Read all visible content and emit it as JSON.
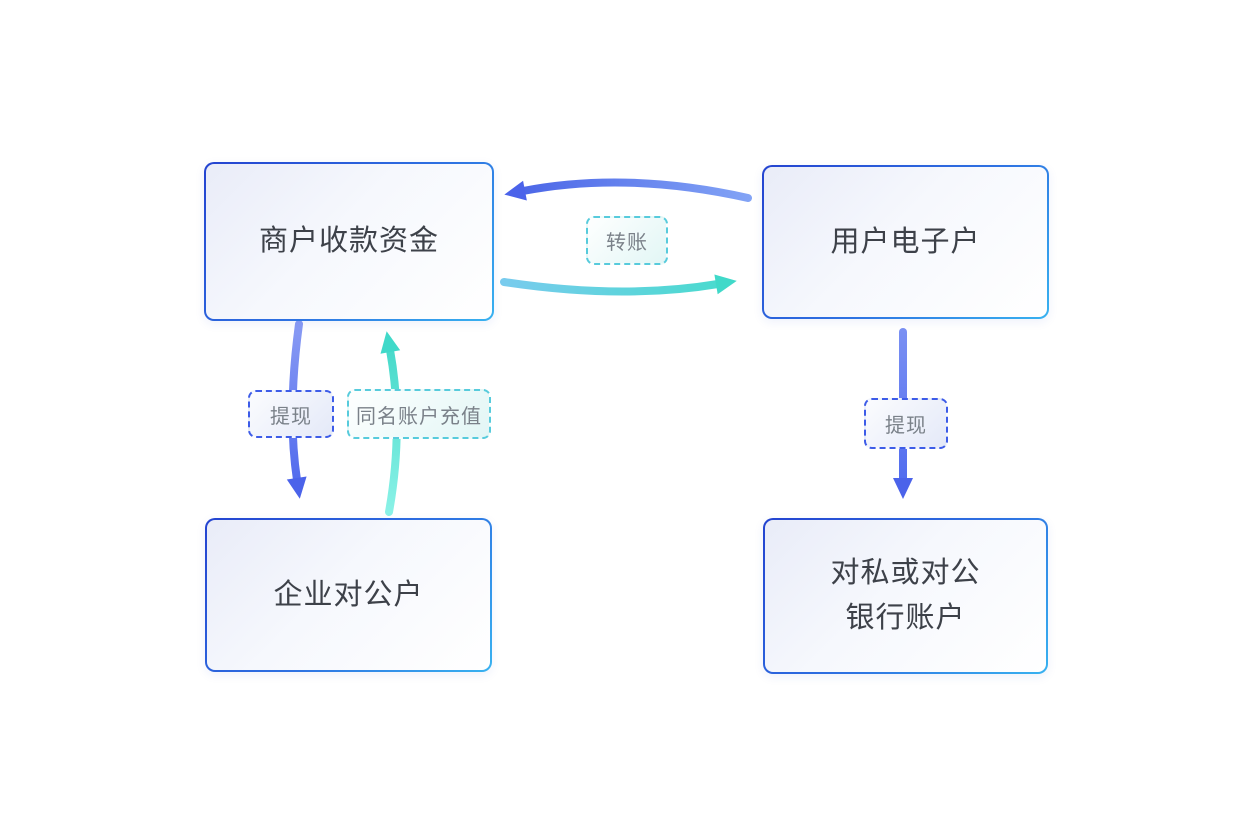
{
  "diagram": {
    "nodes": [
      {
        "id": "merchant-funds",
        "label": "商户收款资金"
      },
      {
        "id": "user-e-account",
        "label": "用户电子户"
      },
      {
        "id": "corporate-account",
        "label": "企业对公户"
      },
      {
        "id": "bank-account",
        "label": "对私或对公银行账户",
        "line1": "对私或对公",
        "line2": "银行账户"
      }
    ],
    "labels": {
      "transfer": "转账",
      "withdraw_left": "提现",
      "recharge": "同名账户充值",
      "withdraw_right": "提现"
    },
    "edges": [
      {
        "id": "transfer-user-to-merchant",
        "label": "转账",
        "from": "用户电子户",
        "to": "商户收款资金",
        "color": "#4b66ec"
      },
      {
        "id": "transfer-merchant-to-user",
        "label": "转账",
        "from": "商户收款资金",
        "to": "用户电子户",
        "color": "#52c9e4"
      },
      {
        "id": "withdraw-to-corporate",
        "label": "提现",
        "from": "商户收款资金",
        "to": "企业对公户",
        "color": "#4b66ec"
      },
      {
        "id": "same-name-recharge",
        "label": "同名账户充值",
        "from": "企业对公户",
        "to": "商户收款资金",
        "color": "#3ed6c6"
      },
      {
        "id": "withdraw-to-bank",
        "label": "提现",
        "from": "用户电子户",
        "to": "对私或对公银行账户",
        "color": "#4b66ec"
      }
    ],
    "colors": {
      "arrow_blue": "#4b66ec",
      "arrow_teal_cyan": "#52c9e4",
      "arrow_teal_green": "#3ed6c6",
      "node_border_dark": "#2443d0",
      "node_border_light": "#38b2f0",
      "label_border_blue": "#3d5ce8",
      "label_border_teal": "#57cbdc",
      "node_text": "#3d4149",
      "label_text": "#7a8189"
    }
  }
}
